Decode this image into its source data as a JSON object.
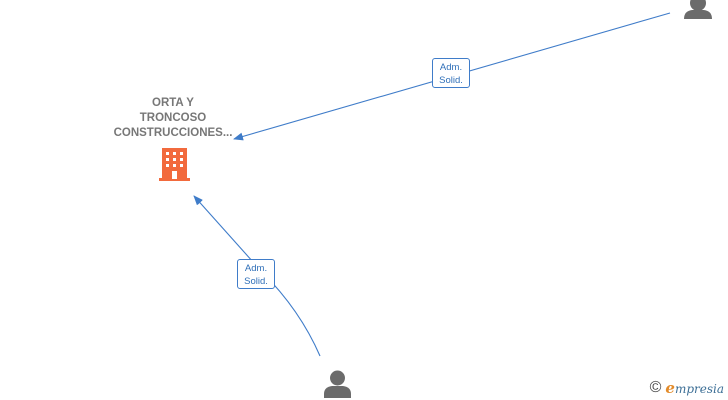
{
  "company": {
    "name_lines": [
      "ORTA Y",
      "TRONCOSO",
      "CONSTRUCCIONES..."
    ],
    "icon": "building-icon",
    "color": "#f26a3d"
  },
  "people": [
    {
      "icon": "person-icon",
      "color": "#6b6b6b"
    },
    {
      "icon": "person-icon",
      "color": "#6b6b6b"
    }
  ],
  "relations": [
    {
      "label_lines": [
        "Adm.",
        "Solid."
      ]
    },
    {
      "label_lines": [
        "Adm.",
        "Solid."
      ]
    }
  ],
  "edge_color": "#3f7cc9",
  "watermark": {
    "copyright": "©",
    "brand_initial": "e",
    "brand_rest": "mpresia"
  }
}
